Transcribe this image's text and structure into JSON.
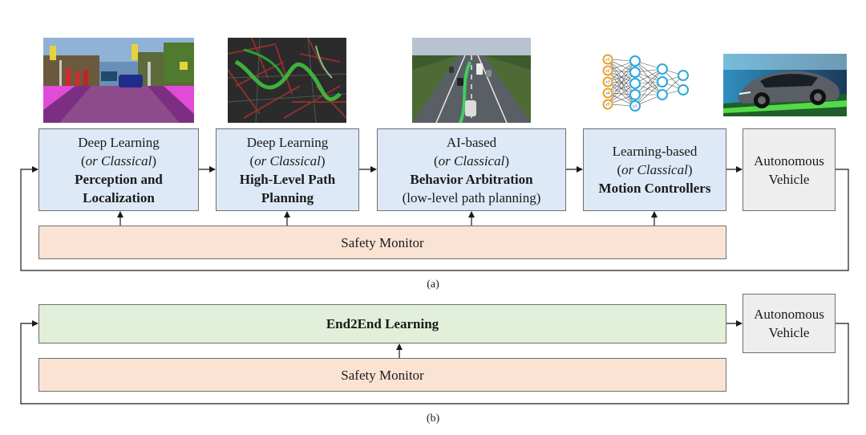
{
  "panel_a": {
    "caption": "(a)",
    "stages": [
      {
        "line1": "Deep Learning",
        "alt_pre": "(",
        "alt_word": "or Classical",
        "alt_post": ")",
        "bold": "Perception and Localization"
      },
      {
        "line1": "Deep Learning",
        "alt_pre": "(",
        "alt_word": "or Classical",
        "alt_post": ")",
        "bold": "High-Level Path Planning"
      },
      {
        "line1": "AI-based",
        "alt_pre": "(",
        "alt_word": "or Classical",
        "alt_post": ")",
        "bold": "Behavior Arbitration",
        "extra": "(low-level path planning)"
      },
      {
        "line1": "Learning-based",
        "alt_pre": "(",
        "alt_word": "or Classical",
        "alt_post": ")",
        "bold": "Motion Controllers"
      }
    ],
    "output": "Autonomous Vehicle",
    "safety_monitor": "Safety Monitor"
  },
  "panel_b": {
    "caption": "(b)",
    "end2end": "End2End Learning",
    "output": "Autonomous Vehicle",
    "safety_monitor": "Safety Monitor"
  },
  "neural_net": {
    "input_labels": [
      "x1",
      "x2",
      "x3",
      "x4",
      "x5"
    ],
    "output_label": "y1"
  }
}
